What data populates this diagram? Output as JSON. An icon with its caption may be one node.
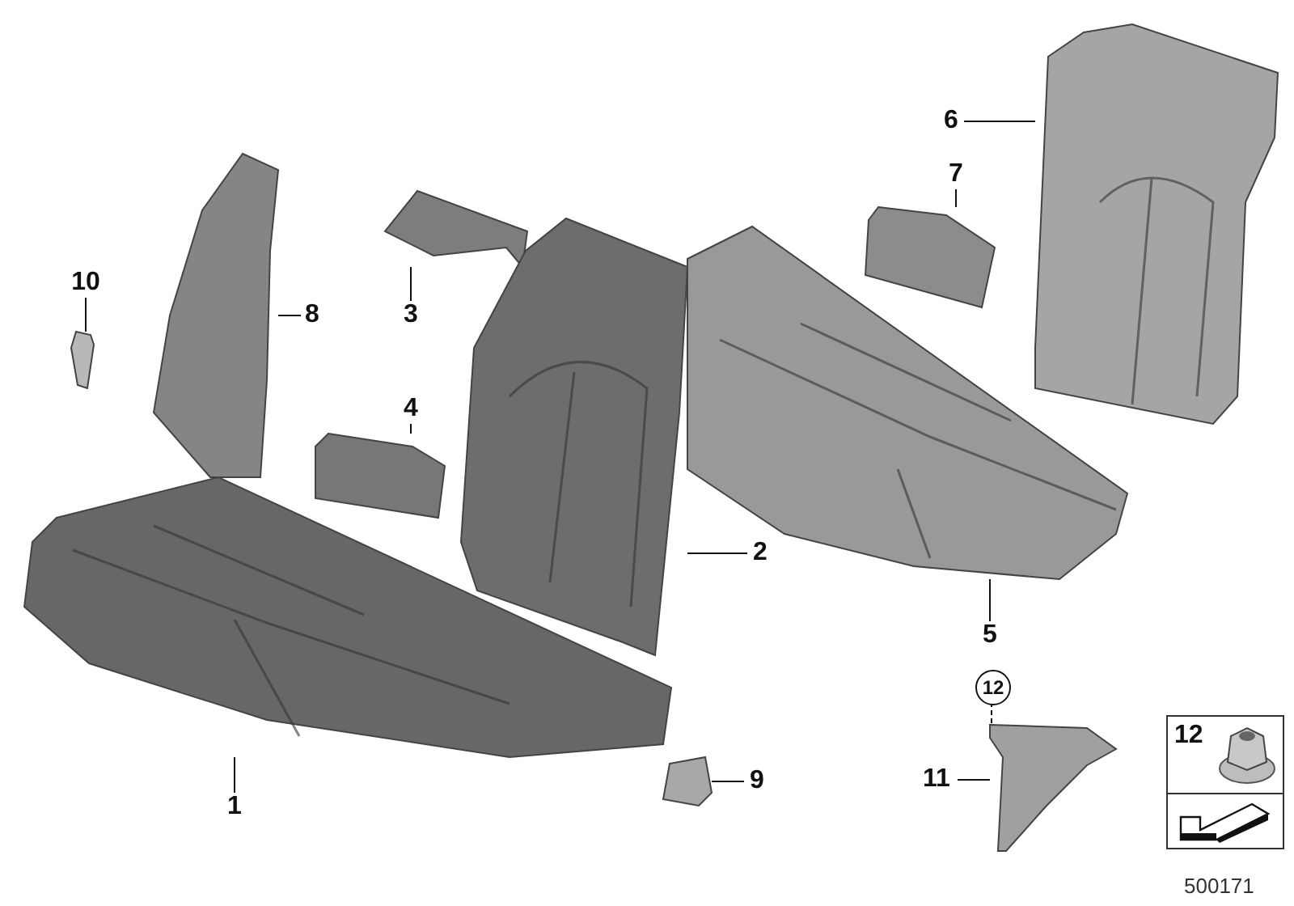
{
  "diagram": {
    "nodes": [
      {
        "text": [
          "10"
        ]
      },
      {
        "text": [],
        "shape": "picture"
      },
      {
        "text": [
          "8"
        ]
      },
      {
        "text": [],
        "shape": "picture"
      },
      {
        "text": [
          "3"
        ]
      },
      {
        "text": [],
        "shape": "picture"
      },
      {
        "text": [
          "4"
        ]
      },
      {
        "text": [],
        "shape": "picture"
      },
      {
        "text": [
          "6"
        ]
      },
      {
        "text": [],
        "shape": "picture"
      },
      {
        "text": [
          "7"
        ]
      },
      {
        "text": [],
        "shape": "picture"
      },
      {
        "text": [
          "2"
        ]
      },
      {
        "text": [],
        "shape": "picture"
      },
      {
        "text": [
          "1"
        ]
      },
      {
        "text": [],
        "shape": "picture"
      },
      {
        "text": [
          "5"
        ]
      },
      {
        "text": [],
        "shape": "picture"
      },
      {
        "text": [
          "12"
        ]
      },
      {
        "text": [
          "11"
        ]
      },
      {
        "text": [],
        "shape": "picture"
      },
      {
        "text": [
          "9"
        ]
      },
      {
        "text": [],
        "shape": "picture"
      },
      {
        "text": [
          "12"
        ]
      }
    ],
    "edges": [
      {
        "from": 0,
        "to": 1,
        "arrow": "none"
      },
      {
        "from": 2,
        "to": 3,
        "arrow": "none"
      },
      {
        "from": 4,
        "to": 5,
        "arrow": "none"
      },
      {
        "from": 6,
        "to": 7,
        "arrow": "none"
      },
      {
        "from": 8,
        "to": 9,
        "arrow": "none"
      },
      {
        "from": 10,
        "to": 11,
        "arrow": "none"
      },
      {
        "from": 12,
        "to": 13,
        "arrow": "none"
      },
      {
        "from": 14,
        "to": 15,
        "arrow": "none"
      },
      {
        "from": 16,
        "to": 17,
        "arrow": "none"
      },
      {
        "from": 18,
        "to": 20,
        "arrow": "none",
        "style": "dashed"
      },
      {
        "from": 19,
        "to": 20,
        "arrow": "none"
      },
      {
        "from": 21,
        "to": 22,
        "arrow": "none"
      }
    ],
    "labels": [
      "500171"
    ]
  }
}
